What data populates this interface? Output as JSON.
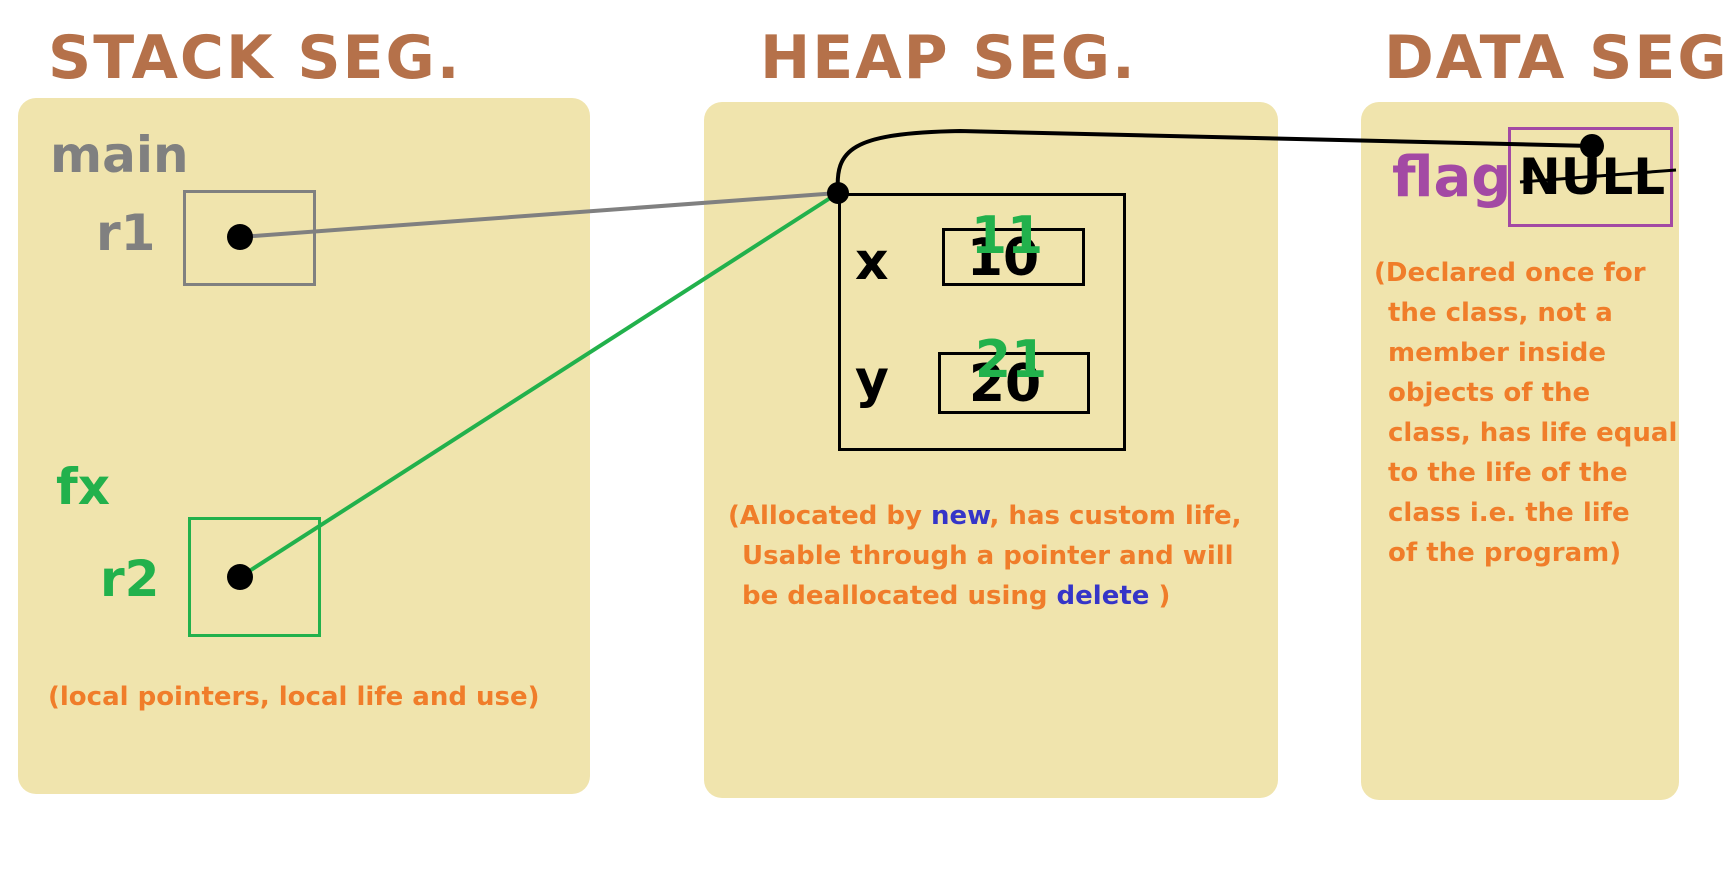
{
  "headings": {
    "stack": "STACK SEG.",
    "heap": "HEAP SEG.",
    "data": "DATA SEG."
  },
  "stack": {
    "main_label": "main",
    "r1_label": "r1",
    "fx_label": "fx",
    "r2_label": "r2",
    "note": "(local pointers, local life and use)"
  },
  "heap": {
    "x_label": "x",
    "y_label": "y",
    "x_old": "10",
    "x_new": "11",
    "y_old": "20",
    "y_new": "21",
    "note": {
      "line1_a": "(Allocated by ",
      "line1_kw": "new",
      "line1_b": ", has custom life,",
      "line2": "Usable through a pointer and will",
      "line3_a": "be deallocated using ",
      "line3_kw": "delete",
      "line3_b": " )"
    }
  },
  "data": {
    "flag_label": "flag",
    "flag_old_value": "NULL",
    "note_lines": [
      "(Declared once for",
      "the class, not a",
      "member inside",
      "objects of the",
      "class, has life equal",
      "to the life of the",
      "class i.e. the life",
      "of the program)"
    ]
  },
  "colors": {
    "heading": "#b5714a",
    "panel": "#f0e4ad",
    "main_scope": "#808080",
    "fx_scope": "#22b14c",
    "note": "#f07d2a",
    "keyword": "#3535c8",
    "flag": "#a349a4",
    "pointer": "#000000"
  }
}
